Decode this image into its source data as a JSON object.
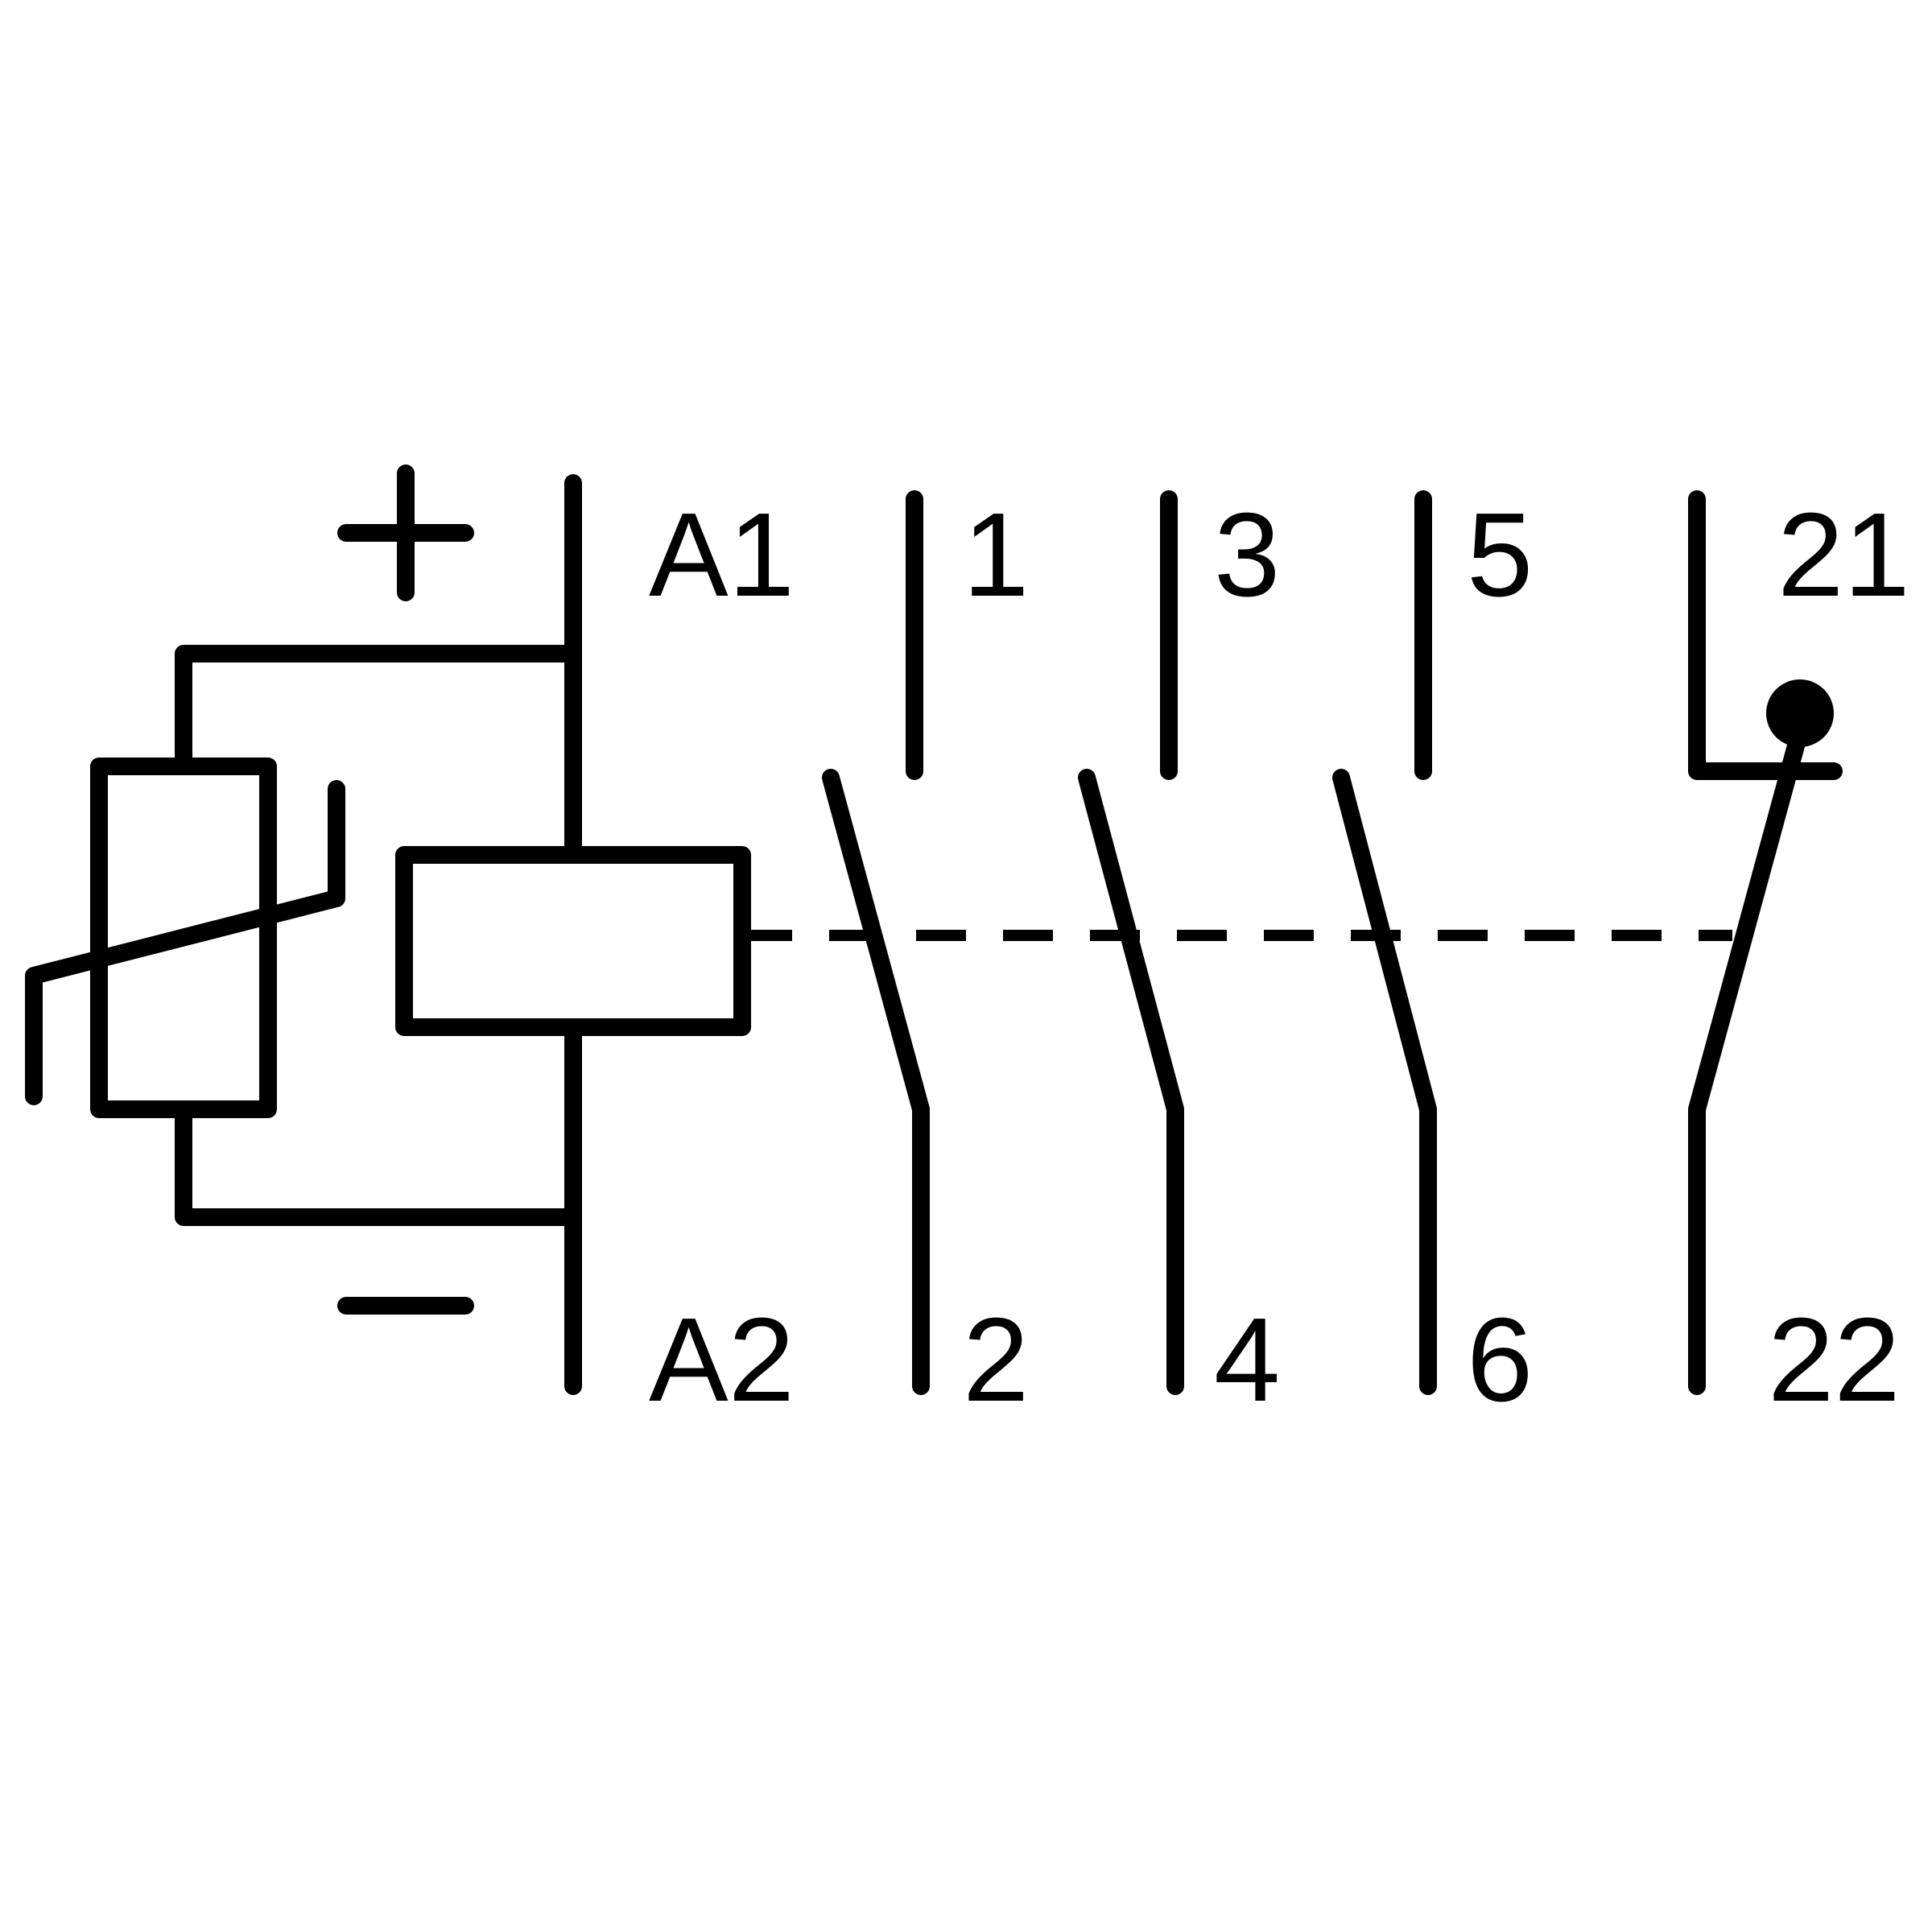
{
  "diagram": {
    "terminals": {
      "plus": "+",
      "a1": "A1",
      "a2": "A2",
      "t1": "1",
      "t2": "2",
      "t3": "3",
      "t4": "4",
      "t5": "5",
      "t6": "6",
      "t21": "21",
      "t22": "22"
    },
    "colors": {
      "stroke": "#000000",
      "background": "#ffffff"
    }
  }
}
